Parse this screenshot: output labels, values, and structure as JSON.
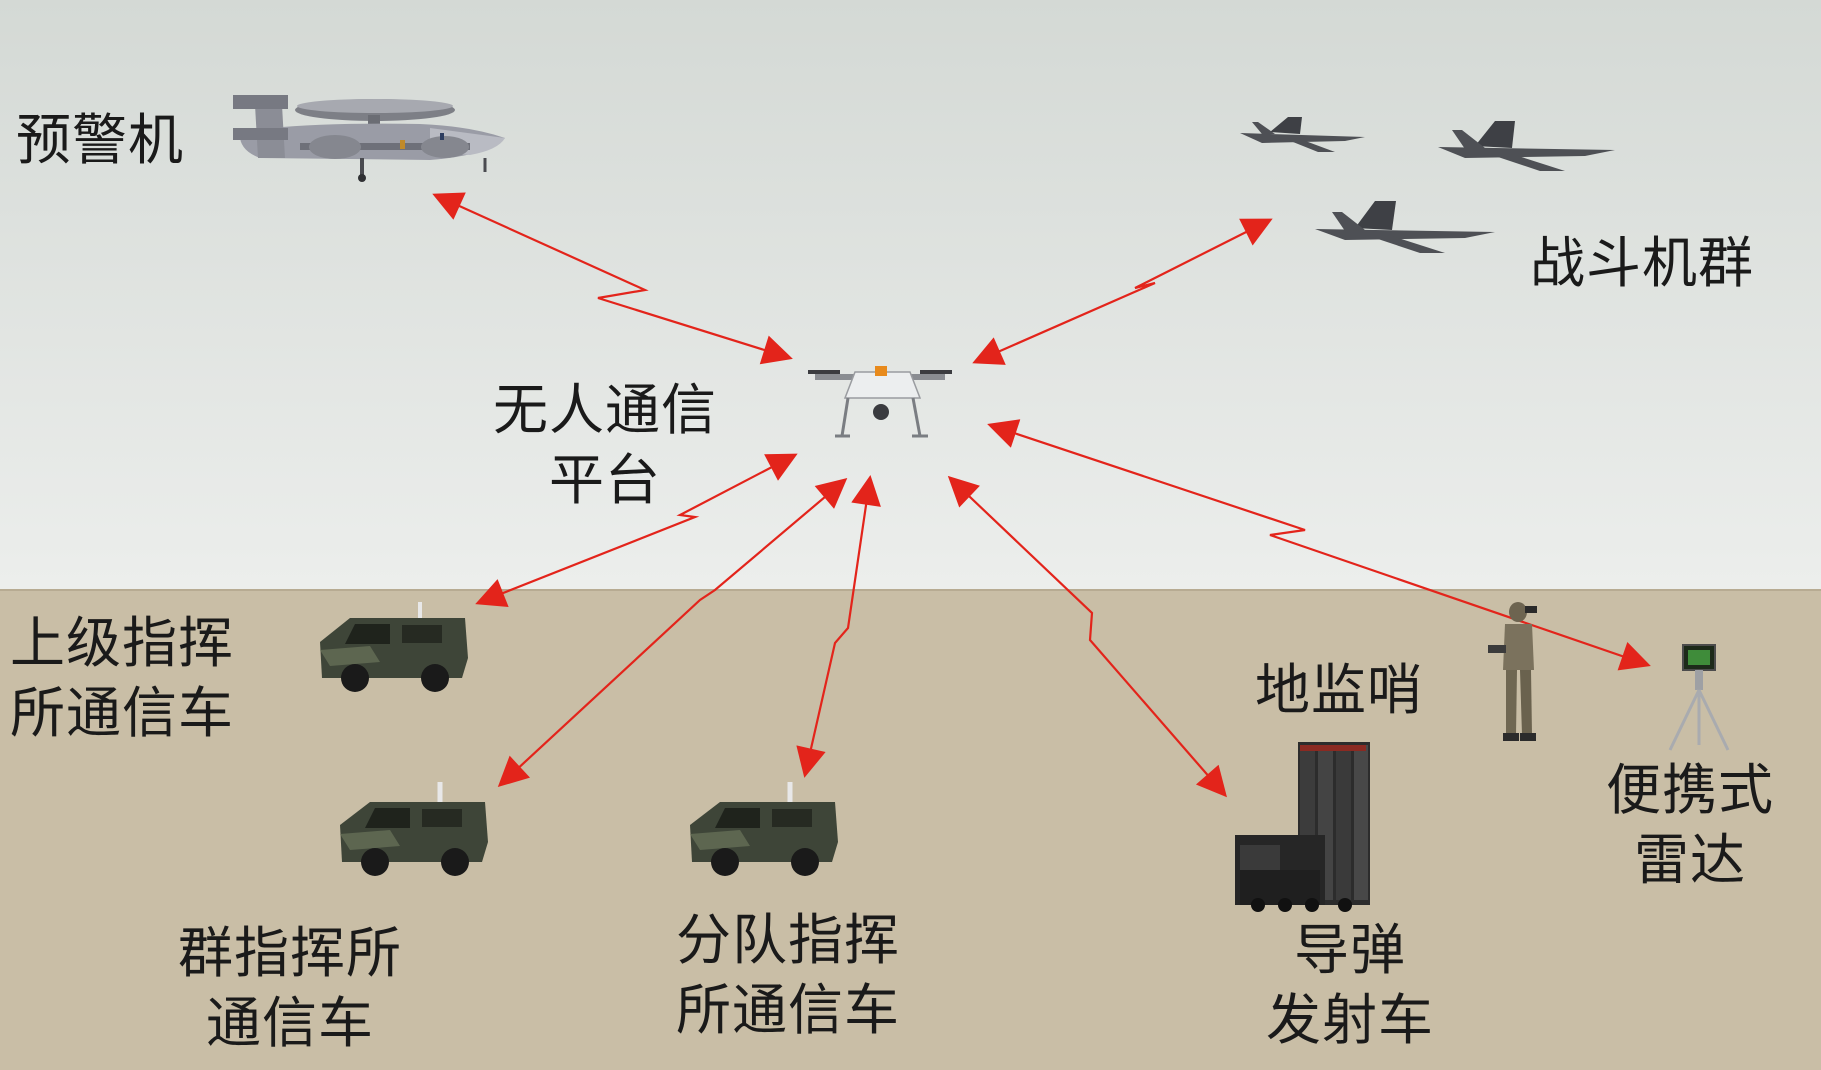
{
  "colors": {
    "sky_top": "#d6dad6",
    "sky_bottom": "#e9ecea",
    "ground": "#c8bca4",
    "link_arrow": "#e3241b"
  },
  "labels": {
    "awacs": "预警机",
    "fighters": "战斗机群",
    "uav_platform": [
      "无人通信",
      "平台"
    ],
    "superior_cmd": [
      "上级指挥",
      "所通信车"
    ],
    "group_cmd": [
      "群指挥所",
      "通信车"
    ],
    "squad_cmd": [
      "分队指挥",
      "所通信车"
    ],
    "ground_sentry": "地监哨",
    "portable_radar": [
      "便携式",
      "雷达"
    ],
    "missile_launcher": [
      "导弹",
      "发射车"
    ]
  },
  "icons": {
    "awacs": "awacs-aircraft-icon",
    "fighters": "fighter-jet-icon",
    "uav": "drone-icon",
    "vehicles": "military-vehicle-icon",
    "soldier": "soldier-icon",
    "radar": "tripod-radar-icon",
    "launcher": "missile-launcher-icon"
  }
}
